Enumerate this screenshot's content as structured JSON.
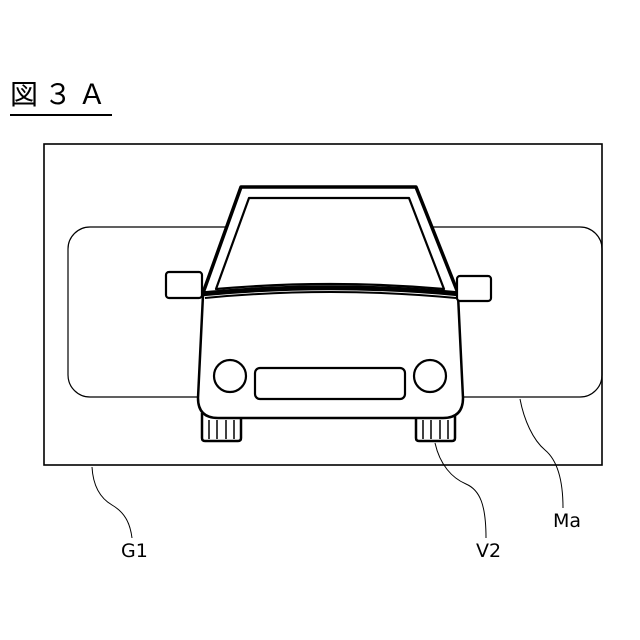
{
  "figure": {
    "title": "図３Ａ"
  },
  "labels": {
    "image_frame": "G1",
    "vehicle": "V2",
    "marker_region": "Ma"
  },
  "colors": {
    "line": "#000000",
    "background": "#ffffff"
  }
}
